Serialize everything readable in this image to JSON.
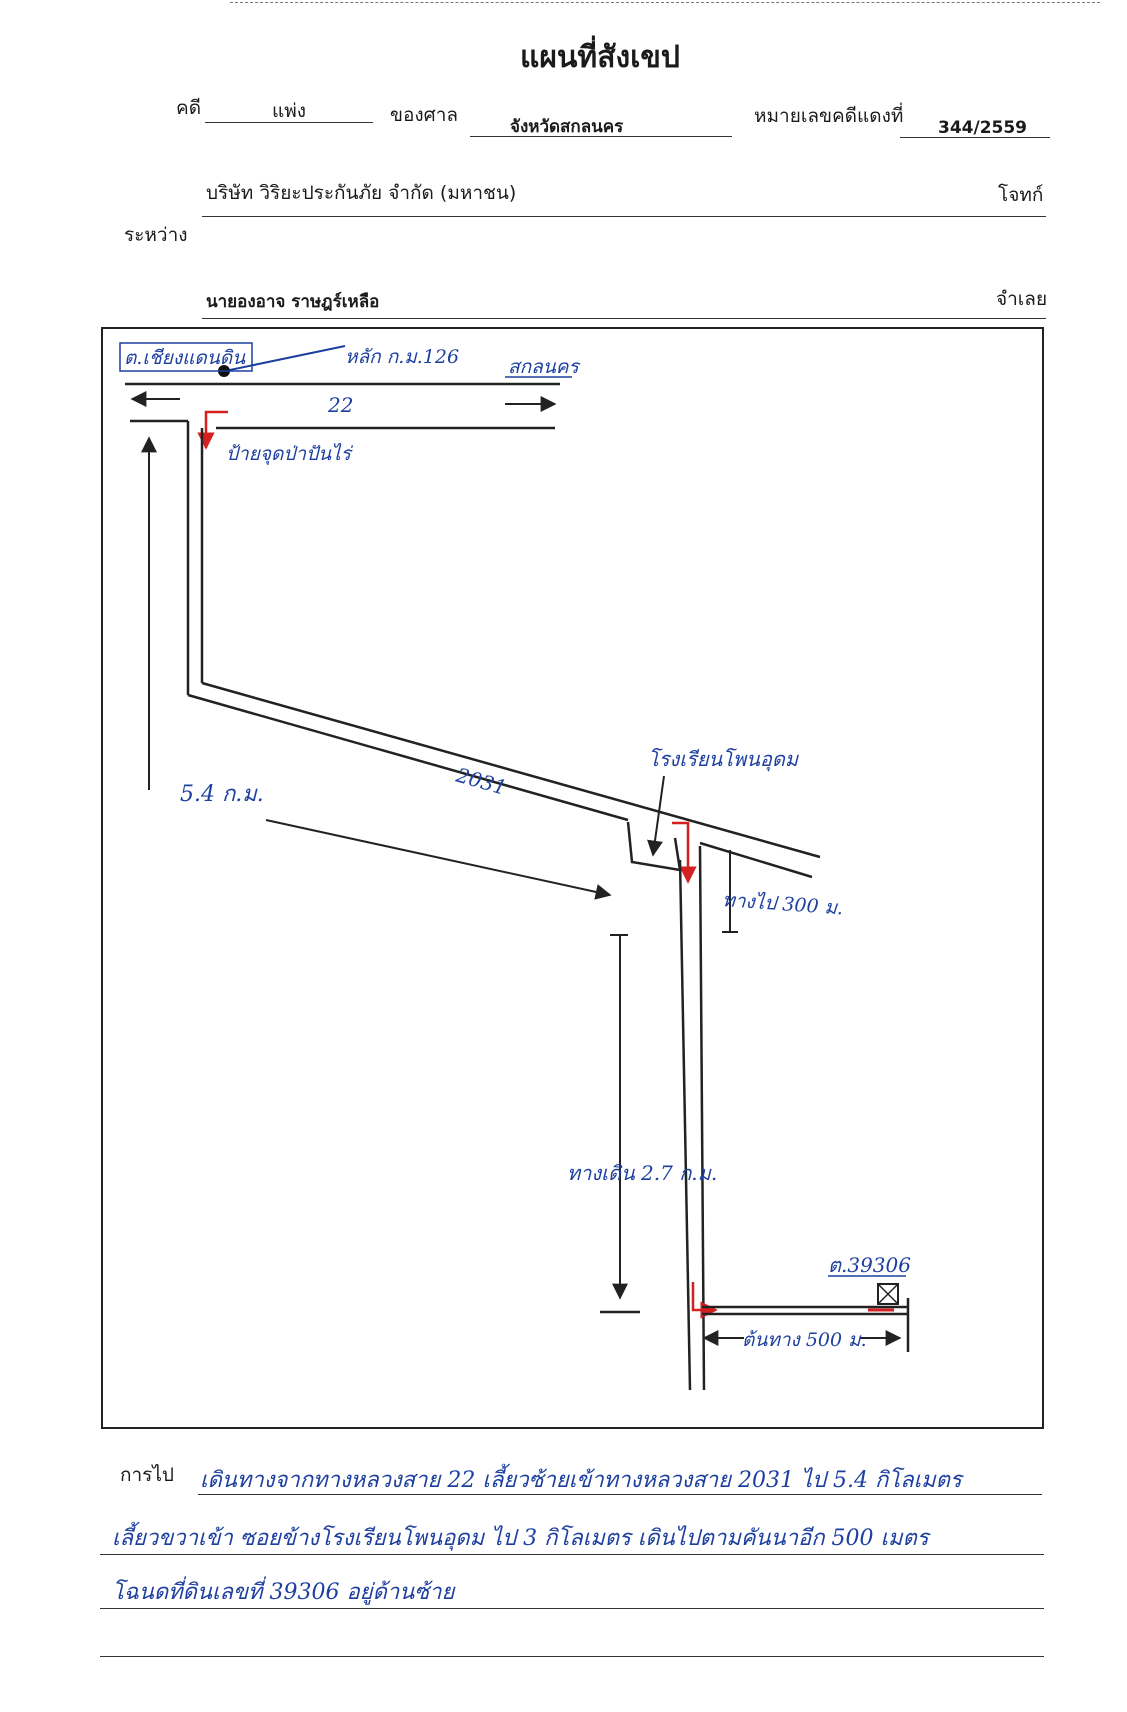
{
  "title": "แผนที่สังเขป",
  "header": {
    "case_label": "คดี",
    "case_type": "แพ่ง",
    "court_label": "ของศาล",
    "court_name": "จังหวัดสกลนคร",
    "red_case_label": "หมายเลขคดีแดงที่",
    "red_case_number": "344/2559"
  },
  "parties": {
    "plaintiff_name": "บริษัท วิริยะประกันภัย จำกัด (มหาชน)",
    "plaintiff_role": "โจทก์",
    "between_label": "ระหว่าง",
    "defendant_name": "นายองอาจ ราษฎร์เหลือ",
    "defendant_role": "จำเลย"
  },
  "map": {
    "label_start_point": "ต.เชียงแดนดิน",
    "label_udon": "หลัก ก.ม.126",
    "label_sakon": "สกลนคร",
    "label_route_22": "22",
    "label_turn": "ป้ายจุดป่าปันไร่",
    "label_route_2031": "2031",
    "label_distance_5_4": "5.4 ก.ม.",
    "label_school": "โรงเรียนโพนอุดม",
    "label_300m": "ทางไป 300 ม.",
    "label_2_7km": "ทางเดิน 2.7 ก.ม.",
    "label_plot": "ต.39306",
    "label_500m": "ต้นทาง 500 ม."
  },
  "directions": {
    "label": "การไป",
    "line1": "เดินทางจากทางหลวงสาย 22 เลี้ยวซ้ายเข้าทางหลวงสาย 2031 ไป 5.4 กิโลเมตร",
    "line2": "เลี้ยวขวาเข้า ซอยข้างโรงเรียนโพนอุดม ไป 3 กิโลเมตร เดินไปตามคันนาอีก 500 เมตร",
    "line3": "โฉนดที่ดินเลขที่ 39306 อยู่ด้านซ้าย"
  },
  "colors": {
    "ink_blue": "#1d3fa0",
    "ink_red": "#d42020",
    "ink_black": "#222222"
  }
}
